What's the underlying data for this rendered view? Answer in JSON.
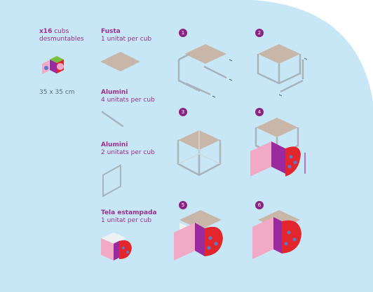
{
  "colors": {
    "background_panel": "#c7e7f6",
    "accent_text": "#9a2f8f",
    "grey_text": "#5a6b77",
    "badge": "#8b2383",
    "wood_top": "#c8b6a8",
    "frame": "#a9b3b9",
    "fabric_pink": "#f2a9c6",
    "fabric_purple": "#9b2aa0",
    "fabric_red": "#e3262c",
    "fabric_blue": "#5a7bc9"
  },
  "intro": {
    "qty": "x16",
    "qty_desc": "cubs",
    "qty_desc2": "desmuntables",
    "size": "35 x 35 cm"
  },
  "parts": [
    {
      "name": "Fusta",
      "desc": "1 unitat per cub",
      "icon": "wood-panel-icon"
    },
    {
      "name": "Alumini",
      "desc": "4 unitats per cub",
      "icon": "aluminium-bar-icon"
    },
    {
      "name": "Alumini",
      "desc": "2 unitats per cub",
      "icon": "aluminium-frame-icon"
    },
    {
      "name": "Tela estampada",
      "desc": "1 unitat per cub",
      "icon": "printed-fabric-icon"
    }
  ],
  "steps": [
    "1",
    "2",
    "3",
    "4",
    "5",
    "6"
  ]
}
